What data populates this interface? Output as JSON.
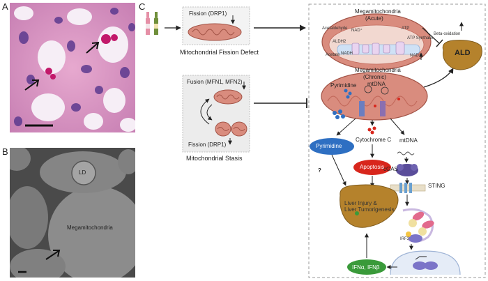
{
  "panels": {
    "a": "A",
    "b": "B",
    "c": "C"
  },
  "panel_b": {
    "ld_label": "LD",
    "mega_label": "Megamitochondria"
  },
  "fission_defect": {
    "box_label": "Fission (DRP1)",
    "caption": "Mitochondrial Fission Defect"
  },
  "stasis": {
    "fusion_label": "Fusion (MFN1, MFN2)",
    "fission_label": "Fission (DRP1)",
    "caption": "Mitochondrial Stasis"
  },
  "acute": {
    "title": "Megamitochondria",
    "subtitle": "(Acute)",
    "acetaldehyde": "Acetaldehyde",
    "nad_plus": "NAD⁺",
    "aldh2": "ALDH2",
    "nadh": "NADH",
    "acetate": "Acetate",
    "atp": "ATP",
    "atp_synthase": "ATP Synthase",
    "beta_oxidation": "Beta-oxidation",
    "nad_plus_2": "NAD⁺"
  },
  "ald_label": "ALD",
  "chronic": {
    "title": "Megamitochondria",
    "subtitle": "(Chronic)",
    "pyrimidine": "Pyrimidine",
    "mtdna": "mtDNA"
  },
  "lower": {
    "pyrimidine_node": "Pyrimidine",
    "cytochrome_c": "Cytochrome C",
    "mtdna_label": "mtDNA",
    "apoptosis": "Apoptosis",
    "cgas": "cGAS",
    "sting": "STING",
    "question": "?",
    "liver_injury": "Liver Injury &\nLiver Tumorigenesis",
    "irf3": "IRF3",
    "ifn": "IFNα, IFNβ"
  },
  "colors": {
    "mito_fill": "#d98c7e",
    "mito_inner": "#c26a5c",
    "pyrimidine_blue": "#2e6fc2",
    "apoptosis_red": "#d8261c",
    "ifn_green": "#3a9a3a",
    "ald_brown": "#b5822c",
    "cgas_purple": "#5a4d9a"
  }
}
